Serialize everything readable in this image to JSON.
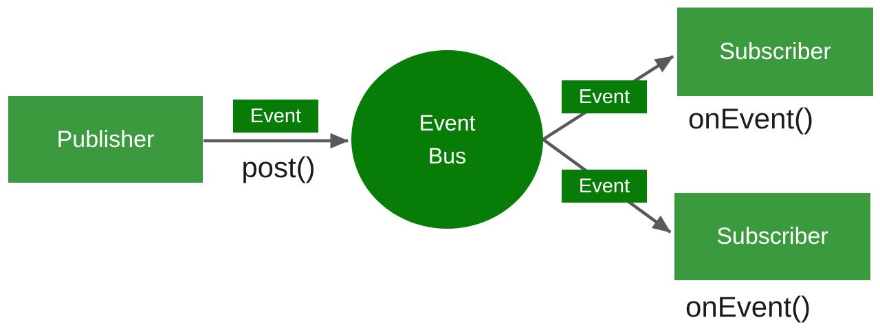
{
  "colors": {
    "node_green": "#3a9a3d",
    "accent_green": "#077d07",
    "arrow_gray": "#595959",
    "label_dark": "#1b1b1b",
    "label_light": "#ffffff",
    "background": "#ffffff"
  },
  "diagram": {
    "publisher": {
      "label": "Publisher",
      "method_label": "post()"
    },
    "event_bus": {
      "line1": "Event",
      "line2": "Bus"
    },
    "edges": {
      "publish_event_label": "Event",
      "subscribe_event_label_top": "Event",
      "subscribe_event_label_bottom": "Event"
    },
    "subscribers": [
      {
        "label": "Subscriber",
        "method_label": "onEvent()"
      },
      {
        "label": "Subscriber",
        "method_label": "onEvent()"
      }
    ]
  }
}
